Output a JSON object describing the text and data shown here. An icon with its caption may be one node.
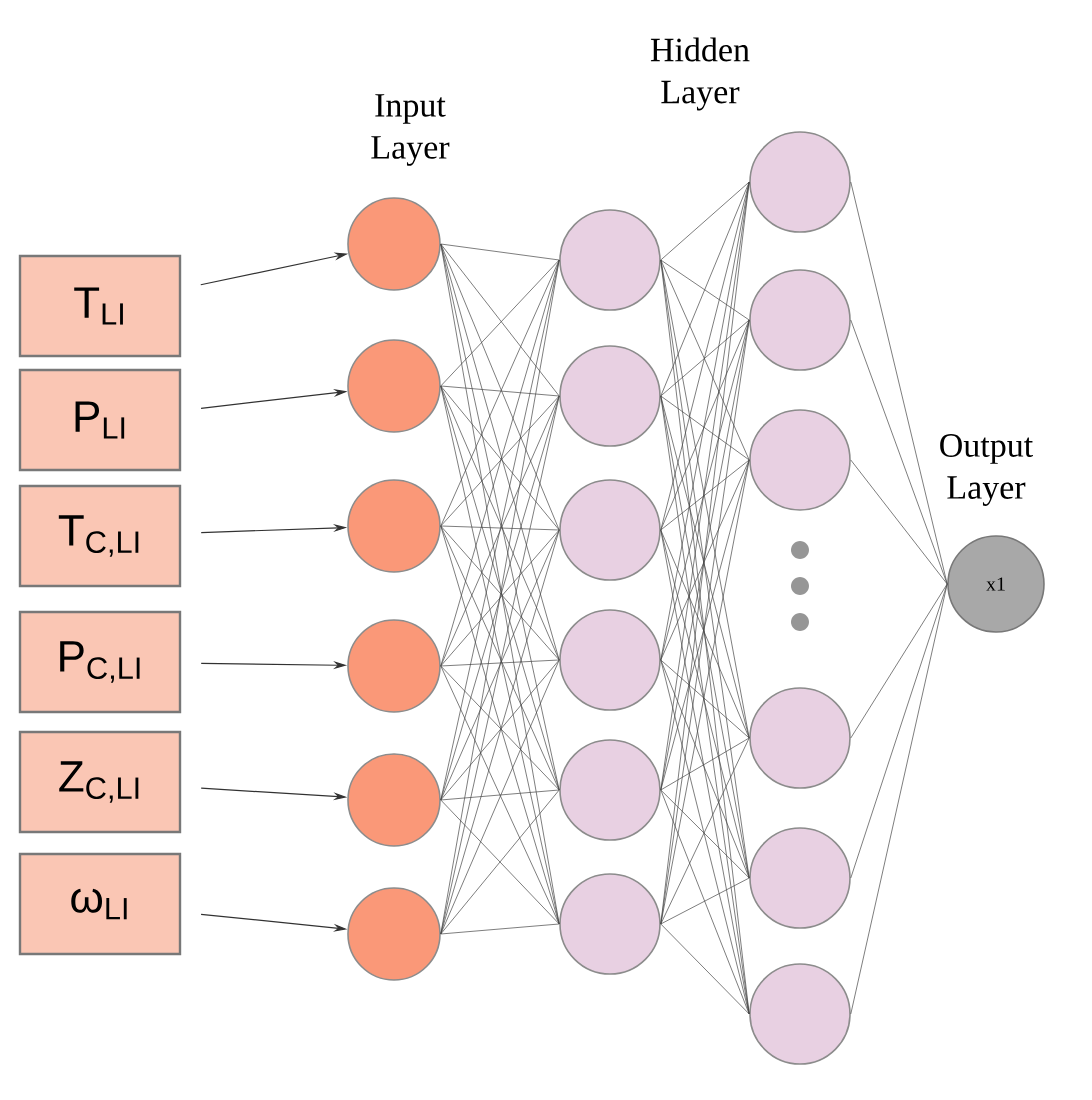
{
  "diagram": {
    "nodes": [
      {
        "text": [
          "T$_{LI}$"
        ]
      },
      {
        "text": [
          "P$_{LI}$"
        ]
      },
      {
        "text": [
          "T$_{C,LI}$"
        ]
      },
      {
        "text": [
          "P$_{C,LI}$"
        ]
      },
      {
        "text": [
          "Z$_{C,LI}$"
        ]
      },
      {
        "text": [
          "ω$_{LI}$"
        ]
      },
      {
        "text": [],
        "shape": "circle"
      },
      {
        "text": [],
        "shape": "circle"
      },
      {
        "text": [],
        "shape": "circle"
      },
      {
        "text": [],
        "shape": "circle"
      },
      {
        "text": [],
        "shape": "circle"
      },
      {
        "text": [],
        "shape": "circle"
      },
      {
        "text": [],
        "shape": "circle"
      },
      {
        "text": [],
        "shape": "circle"
      },
      {
        "text": [],
        "shape": "circle"
      },
      {
        "text": [],
        "shape": "circle"
      },
      {
        "text": [],
        "shape": "circle"
      },
      {
        "text": [],
        "shape": "circle"
      },
      {
        "text": [],
        "shape": "circle"
      },
      {
        "text": [],
        "shape": "circle"
      },
      {
        "text": [],
        "shape": "circle"
      },
      {
        "text": [],
        "shape": "circle"
      },
      {
        "text": [],
        "shape": "circle"
      },
      {
        "text": [],
        "shape": "circle"
      },
      {
        "text": [
          "x1"
        ]
      }
    ],
    "edges": [
      {
        "from": 0,
        "to": 6,
        "arrow": "to"
      },
      {
        "from": 1,
        "to": 7,
        "arrow": "to"
      },
      {
        "from": 2,
        "to": 8,
        "arrow": "to"
      },
      {
        "from": 3,
        "to": 9,
        "arrow": "to"
      },
      {
        "from": 4,
        "to": 10,
        "arrow": "to"
      },
      {
        "from": 5,
        "to": 11,
        "arrow": "to"
      },
      {
        "from": 6,
        "to": 12,
        "arrow": "none"
      },
      {
        "from": 6,
        "to": 13,
        "arrow": "none"
      },
      {
        "from": 6,
        "to": 14,
        "arrow": "none"
      },
      {
        "from": 6,
        "to": 15,
        "arrow": "none"
      },
      {
        "from": 6,
        "to": 16,
        "arrow": "none"
      },
      {
        "from": 6,
        "to": 17,
        "arrow": "none"
      },
      {
        "from": 7,
        "to": 12,
        "arrow": "none"
      },
      {
        "from": 7,
        "to": 13,
        "arrow": "none"
      },
      {
        "from": 7,
        "to": 14,
        "arrow": "none"
      },
      {
        "from": 7,
        "to": 15,
        "arrow": "none"
      },
      {
        "from": 7,
        "to": 16,
        "arrow": "none"
      },
      {
        "from": 7,
        "to": 17,
        "arrow": "none"
      },
      {
        "from": 8,
        "to": 12,
        "arrow": "none"
      },
      {
        "from": 8,
        "to": 13,
        "arrow": "none"
      },
      {
        "from": 8,
        "to": 14,
        "arrow": "none"
      },
      {
        "from": 8,
        "to": 15,
        "arrow": "none"
      },
      {
        "from": 8,
        "to": 16,
        "arrow": "none"
      },
      {
        "from": 8,
        "to": 17,
        "arrow": "none"
      },
      {
        "from": 9,
        "to": 12,
        "arrow": "none"
      },
      {
        "from": 9,
        "to": 13,
        "arrow": "none"
      },
      {
        "from": 9,
        "to": 14,
        "arrow": "none"
      },
      {
        "from": 9,
        "to": 15,
        "arrow": "none"
      },
      {
        "from": 9,
        "to": 16,
        "arrow": "none"
      },
      {
        "from": 9,
        "to": 17,
        "arrow": "none"
      },
      {
        "from": 10,
        "to": 12,
        "arrow": "none"
      },
      {
        "from": 10,
        "to": 13,
        "arrow": "none"
      },
      {
        "from": 10,
        "to": 14,
        "arrow": "none"
      },
      {
        "from": 10,
        "to": 15,
        "arrow": "none"
      },
      {
        "from": 10,
        "to": 16,
        "arrow": "none"
      },
      {
        "from": 10,
        "to": 17,
        "arrow": "none"
      },
      {
        "from": 11,
        "to": 12,
        "arrow": "none"
      },
      {
        "from": 11,
        "to": 13,
        "arrow": "none"
      },
      {
        "from": 11,
        "to": 14,
        "arrow": "none"
      },
      {
        "from": 11,
        "to": 15,
        "arrow": "none"
      },
      {
        "from": 11,
        "to": 16,
        "arrow": "none"
      },
      {
        "from": 11,
        "to": 17,
        "arrow": "none"
      },
      {
        "from": 12,
        "to": 18,
        "arrow": "none"
      },
      {
        "from": 12,
        "to": 19,
        "arrow": "none"
      },
      {
        "from": 12,
        "to": 20,
        "arrow": "none"
      },
      {
        "from": 12,
        "to": 21,
        "arrow": "none"
      },
      {
        "from": 12,
        "to": 22,
        "arrow": "none"
      },
      {
        "from": 12,
        "to": 23,
        "arrow": "none"
      },
      {
        "from": 13,
        "to": 18,
        "arrow": "none"
      },
      {
        "from": 13,
        "to": 19,
        "arrow": "none"
      },
      {
        "from": 13,
        "to": 20,
        "arrow": "none"
      },
      {
        "from": 13,
        "to": 21,
        "arrow": "none"
      },
      {
        "from": 13,
        "to": 22,
        "arrow": "none"
      },
      {
        "from": 13,
        "to": 23,
        "arrow": "none"
      },
      {
        "from": 14,
        "to": 18,
        "arrow": "none"
      },
      {
        "from": 14,
        "to": 19,
        "arrow": "none"
      },
      {
        "from": 14,
        "to": 20,
        "arrow": "none"
      },
      {
        "from": 14,
        "to": 21,
        "arrow": "none"
      },
      {
        "from": 14,
        "to": 22,
        "arrow": "none"
      },
      {
        "from": 14,
        "to": 23,
        "arrow": "none"
      },
      {
        "from": 15,
        "to": 18,
        "arrow": "none"
      },
      {
        "from": 15,
        "to": 19,
        "arrow": "none"
      },
      {
        "from": 15,
        "to": 20,
        "arrow": "none"
      },
      {
        "from": 15,
        "to": 21,
        "arrow": "none"
      },
      {
        "from": 15,
        "to": 22,
        "arrow": "none"
      },
      {
        "from": 15,
        "to": 23,
        "arrow": "none"
      },
      {
        "from": 16,
        "to": 18,
        "arrow": "none"
      },
      {
        "from": 16,
        "to": 19,
        "arrow": "none"
      },
      {
        "from": 16,
        "to": 20,
        "arrow": "none"
      },
      {
        "from": 16,
        "to": 21,
        "arrow": "none"
      },
      {
        "from": 16,
        "to": 22,
        "arrow": "none"
      },
      {
        "from": 16,
        "to": 23,
        "arrow": "none"
      },
      {
        "from": 17,
        "to": 18,
        "arrow": "none"
      },
      {
        "from": 17,
        "to": 19,
        "arrow": "none"
      },
      {
        "from": 17,
        "to": 20,
        "arrow": "none"
      },
      {
        "from": 17,
        "to": 21,
        "arrow": "none"
      },
      {
        "from": 17,
        "to": 22,
        "arrow": "none"
      },
      {
        "from": 17,
        "to": 23,
        "arrow": "none"
      },
      {
        "from": 18,
        "to": 24,
        "arrow": "none"
      },
      {
        "from": 19,
        "to": 24,
        "arrow": "none"
      },
      {
        "from": 20,
        "to": 24,
        "arrow": "none"
      },
      {
        "from": 21,
        "to": 24,
        "arrow": "none"
      },
      {
        "from": 22,
        "to": 24,
        "arrow": "none"
      },
      {
        "from": 23,
        "to": 24,
        "arrow": "none"
      }
    ],
    "labels": [
      "Input Layer",
      "Hidden Layer",
      "Output Layer"
    ]
  }
}
